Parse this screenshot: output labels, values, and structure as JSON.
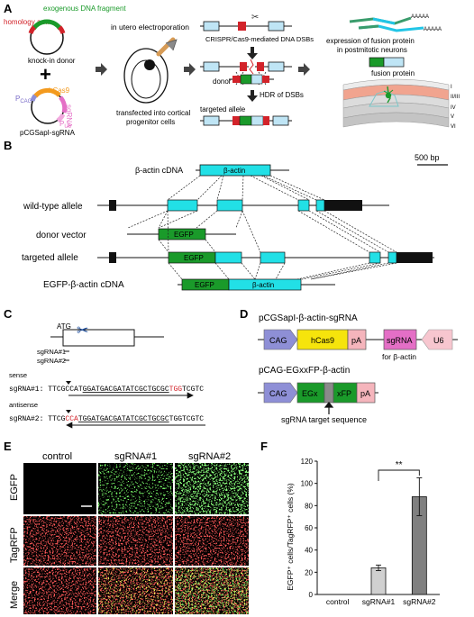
{
  "panels": {
    "A": "A",
    "B": "B",
    "C": "C",
    "D": "D",
    "E": "E",
    "F": "F"
  },
  "panel_a": {
    "exogenous_fragment": "exogenous DNA fragment",
    "homology_arms": "homology arms",
    "knock_in_donor": "knock-in donor",
    "plus": "+",
    "hcas9": "hCas9",
    "pcag": "P",
    "pcag_sub": "CAG",
    "sgrna": "sgRNA",
    "pu6": "P",
    "pu6_sub": "U6",
    "plasmid_name": "pCGSapI-sgRNA",
    "electroporation": "in utero electroporation",
    "transfected_line1": "transfected into cortical",
    "transfected_line2": "progenitor cells",
    "crispr_dsb": "CRISPR/Cas9-mediated DNA DSBs",
    "donor": "donor",
    "hdr": "HDR of DSBs",
    "targeted_allele": "targeted allele",
    "expression_line1": "expression of fusion protein",
    "expression_line2": "in postmitotic neurons",
    "polyA": "AAAAA",
    "fusion_protein": "fusion protein",
    "layers": [
      "I",
      "II/III",
      "IV",
      "V",
      "VI"
    ]
  },
  "panel_b": {
    "cdna": "β-actin cDNA",
    "cdna_box": "β-actin",
    "scale": "500 bp",
    "wild_type": "wild-type allele",
    "donor_vector": "donor vector",
    "egfp": "EGFP",
    "targeted_allele": "targeted  allele",
    "fusion_cdna": "EGFP-β-actin cDNA",
    "fusion_egfp": "EGFP",
    "fusion_actin": "β-actin"
  },
  "panel_c": {
    "atg": "ATG",
    "sg1": "sgRNA#1",
    "sg2": "sgRNA#2",
    "sense": "sense",
    "seq1_label": "sgRNA#1: ",
    "seq1_a": "TTCGCCAT",
    "seq1_b": "GGATGACGATATCGCTGCGC",
    "seq1_pam": "TGG",
    "seq1_c": "TCGTC",
    "antisense": "antisense",
    "seq2_label": "sgRNA#2: ",
    "seq2_a": "TTCG",
    "seq2_pam": "CCA",
    "seq2_b": "TGGATGACGATATCGCTGCGC",
    "seq2_c": "TGGTCGTC"
  },
  "panel_d": {
    "title1": "pCGSapI-β-actin-sgRNA",
    "cag": "CAG",
    "hcas9": "hCas9",
    "pa": "pA",
    "sgrna": "sgRNA",
    "u6": "U6",
    "for_actin": "for β-actin",
    "title2": "pCAG-EGxxFP-β-actin",
    "cag2": "CAG",
    "egx": "EGx",
    "xfp": "xFP",
    "pa2": "pA",
    "target_seq": "sgRNA target sequence"
  },
  "panel_e": {
    "columns": [
      "control",
      "sgRNA#1",
      "sgRNA#2"
    ],
    "rows": [
      "EGFP",
      "TagRFP",
      "Merge"
    ]
  },
  "panel_f": {
    "ylabel": "EGFP⁺ cells/TagRFP⁺ cells (%)",
    "significance": "**"
  },
  "chart_data": {
    "type": "bar",
    "categories": [
      "control",
      "sgRNA#1",
      "sgRNA#2"
    ],
    "values": [
      0,
      24,
      88
    ],
    "errors": [
      0,
      2.5,
      17
    ],
    "ylim": [
      0,
      120
    ],
    "yticks": [
      0,
      20,
      40,
      60,
      80,
      100,
      120
    ],
    "bar_colors": [
      "#d0d0d0",
      "#d0d0d0",
      "#808080"
    ],
    "ylabel": "EGFP⁺ cells/TagRFP⁺ cells (%)",
    "significance": {
      "between": [
        "sgRNA#1",
        "sgRNA#2"
      ],
      "label": "**"
    },
    "grid": false
  },
  "colors": {
    "egfp_green": "#1a9a2a",
    "actin_cyan": "#22e0e6",
    "red_arm": "#d2232a",
    "cas9_orange": "#f39a1e",
    "sgrna_pink": "#e46fc6",
    "cag_purple": "#8e8fd6",
    "hcas9_yellow": "#f6e40c",
    "pa_pink": "#f5b5bc",
    "u6_pink": "#f7c6cf",
    "layer_salmon": "#f1a48f"
  }
}
